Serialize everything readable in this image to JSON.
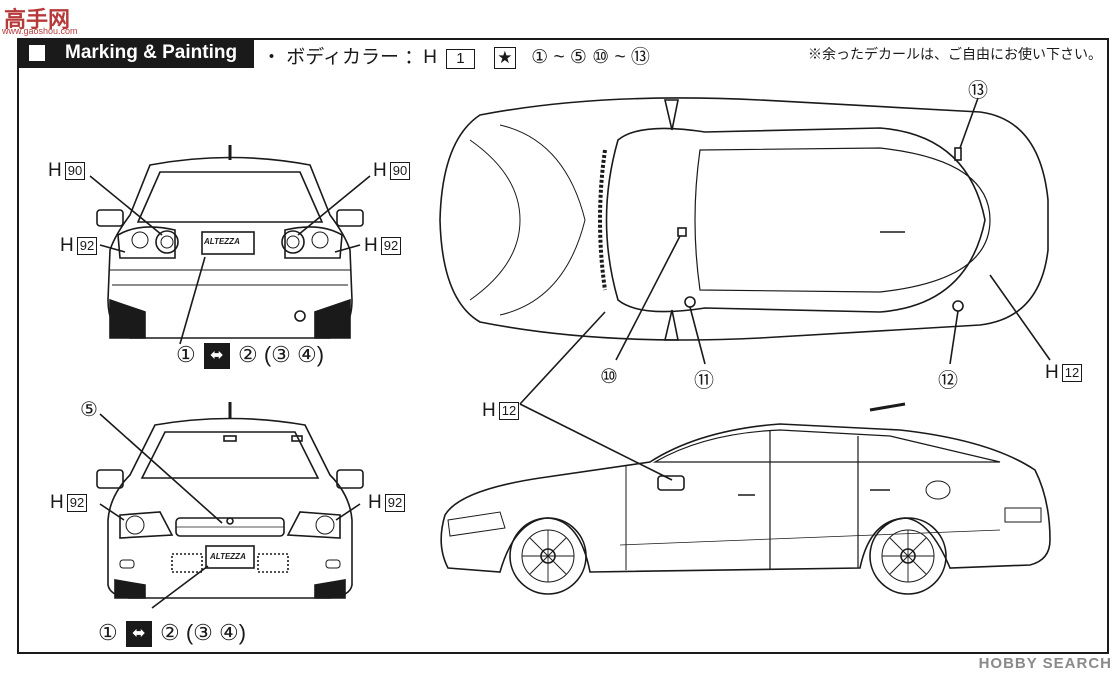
{
  "watermark_top": "高手网",
  "watermark_top_url": "www.gaoshou.com",
  "watermark_bottom": "HOBBY SEARCH",
  "title": "Marking & Painting",
  "body_color": {
    "bullet": "・",
    "label": "ボディカラー ：H",
    "box": "1",
    "star": "★",
    "range": "① ~ ⑤  ⑩ ~ ⑬"
  },
  "note": "※余ったデカールは、ご自由にお使い下さい。",
  "rear_view": {
    "h90_left": {
      "h": "H",
      "num": "90"
    },
    "h90_right": {
      "h": "H",
      "num": "90"
    },
    "h92_left": {
      "h": "H",
      "num": "92"
    },
    "h92_right": {
      "h": "H",
      "num": "92"
    },
    "plate": "ALTEZZA",
    "decal_a": "①",
    "arrow": "⬌",
    "decal_b": "② (③  ④)"
  },
  "front_view": {
    "callout": "⑤",
    "h92_left": {
      "h": "H",
      "num": "92"
    },
    "h92_right": {
      "h": "H",
      "num": "92"
    },
    "plate": "ALTEZZA",
    "decal_a": "①",
    "arrow": "⬌",
    "decal_b": "② (③  ④)"
  },
  "top_view": {
    "c13": "⑬",
    "c10": "⑩",
    "c11": "⑪",
    "c12": "⑫",
    "h12": {
      "h": "H",
      "num": "12"
    }
  },
  "side_view": {
    "h12": {
      "h": "H",
      "num": "12"
    }
  },
  "colors": {
    "ink": "#1a1a1a",
    "watermark": "#b73a3a",
    "grey": "#8a8a8a"
  }
}
